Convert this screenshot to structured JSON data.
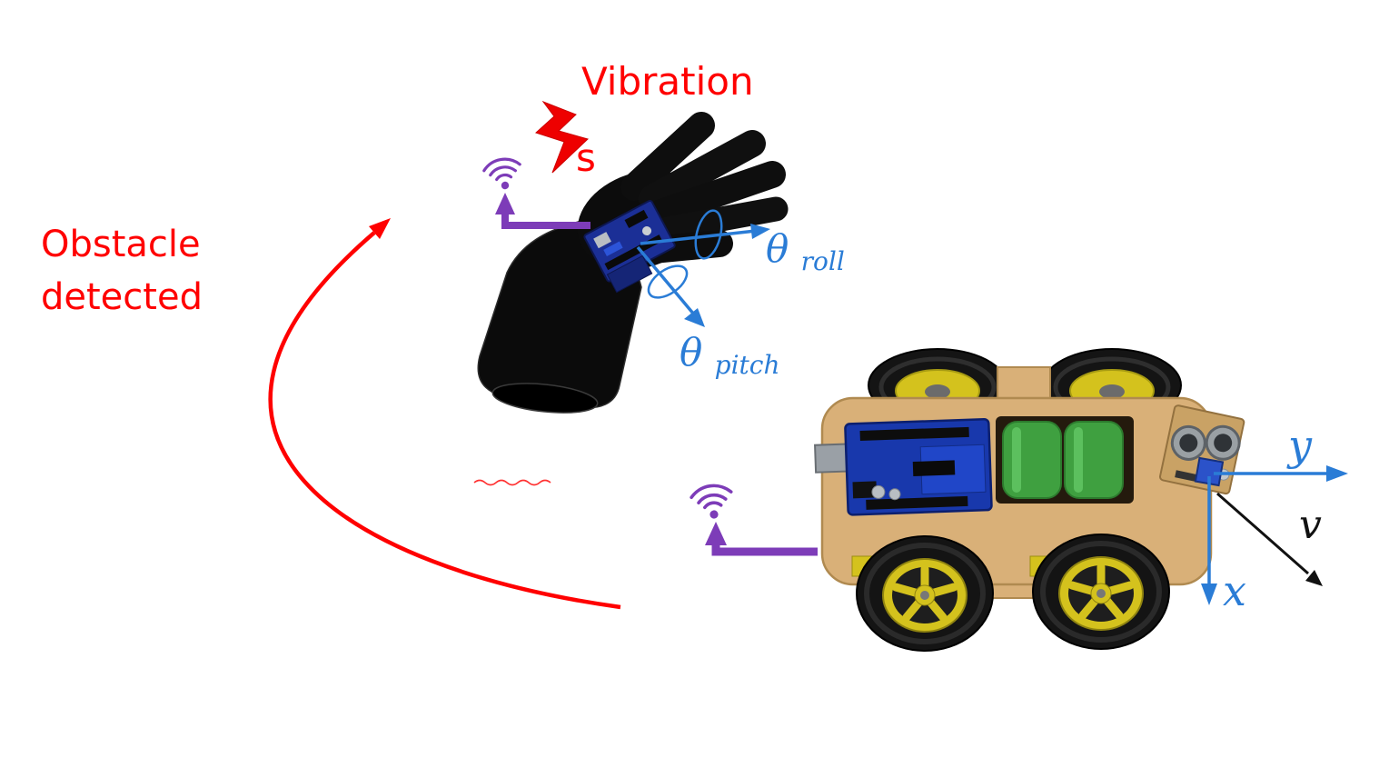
{
  "labels": {
    "vibration": {
      "line1": "Vibration",
      "line2": "s"
    },
    "obstacle": {
      "line1": "Obstacle",
      "line2": "detected"
    },
    "theta_roll": {
      "symbol": "θ",
      "subscript": "roll"
    },
    "theta_pitch": {
      "symbol": "θ",
      "subscript": "pitch"
    },
    "axis_y": "y",
    "axis_x": "x",
    "velocity": "v"
  },
  "icons": {
    "wifi_glove": "wireless-signal-icon",
    "wifi_car": "wireless-signal-icon",
    "lightning_bolt": "vibration-lightning-icon"
  },
  "colors": {
    "alert_red": "#ff0000",
    "wireless_purple": "#7d3cb8",
    "axis_blue": "#2a7cd6",
    "velocity_black": "#111111",
    "chassis_wood": "#d9b078",
    "wheel_yellow": "#d4c21d",
    "battery_green": "#3fa040",
    "board_blue": "#1838ac",
    "glove_black": "#0c0c0c",
    "sensor_board_tan": "#c9a265"
  }
}
